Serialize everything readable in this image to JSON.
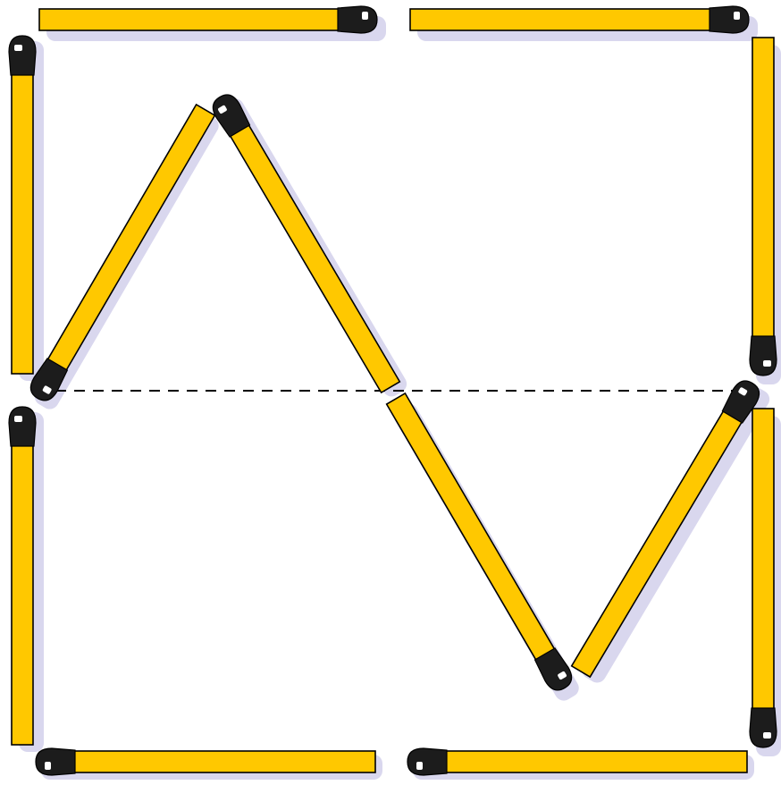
{
  "colors": {
    "stick": "#ffc800",
    "head": "#1c1c1c",
    "highlight": "#ffffff",
    "shadow": "#d9d7ee",
    "outline": "#000000",
    "guide_line": "#000000",
    "background": "#ffffff"
  },
  "figure": {
    "description_icon": "matchstick-icon",
    "matchstick_count": 12,
    "guide_line_style": "dashed"
  },
  "matchsticks": [
    {
      "id": "top-left-horizontal",
      "head": "end"
    },
    {
      "id": "top-right-horizontal",
      "head": "end"
    },
    {
      "id": "left-upper-vertical",
      "head": "start"
    },
    {
      "id": "left-lower-vertical",
      "head": "start"
    },
    {
      "id": "right-upper-vertical",
      "head": "end"
    },
    {
      "id": "right-lower-vertical",
      "head": "end"
    },
    {
      "id": "bottom-left-horizontal",
      "head": "start"
    },
    {
      "id": "bottom-right-horizontal",
      "head": "start"
    },
    {
      "id": "zigzag-1",
      "head": "start"
    },
    {
      "id": "zigzag-2",
      "head": "start"
    },
    {
      "id": "zigzag-3",
      "head": "end"
    },
    {
      "id": "zigzag-4",
      "head": "end"
    }
  ]
}
